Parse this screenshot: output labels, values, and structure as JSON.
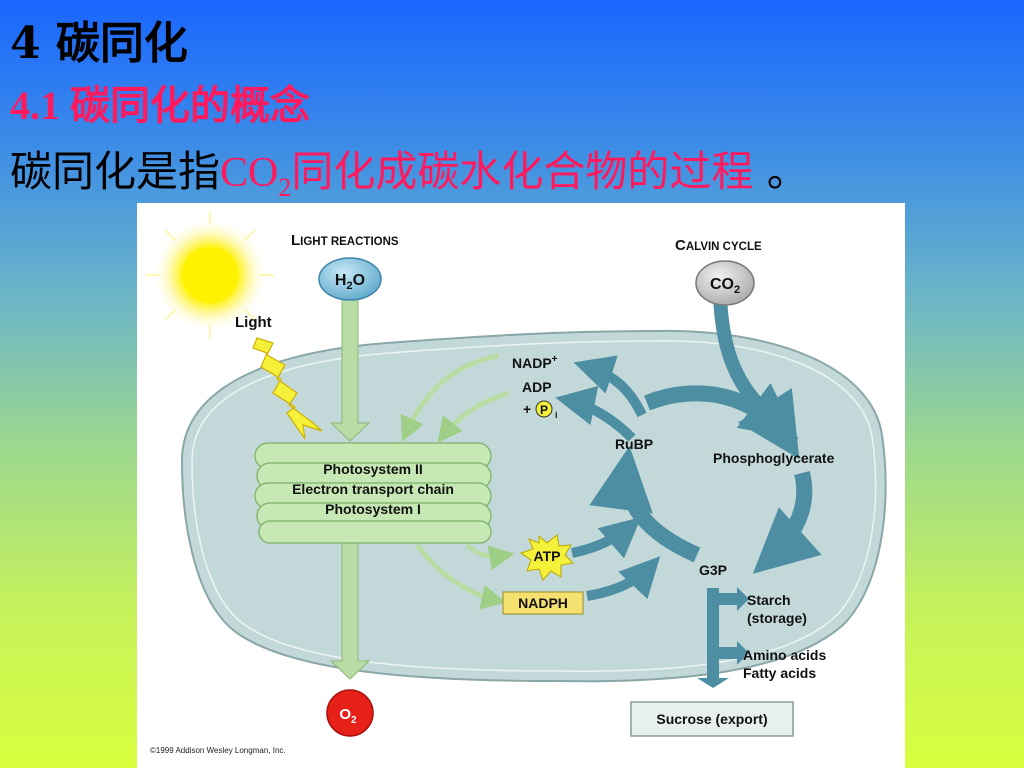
{
  "slide": {
    "heading": "4  碳同化",
    "subheading": "4.1 碳同化的概念",
    "definition": {
      "prefix": "碳同化是指",
      "co2_main": "CO",
      "co2_sub": "2",
      "red_rest": "同化成碳水化合物的过程",
      "suffix": " 。"
    }
  },
  "diagram": {
    "light_reactions_title_big": "L",
    "light_reactions_title_small": "IGHT REACTIONS",
    "calvin_cycle_title_big": "C",
    "calvin_cycle_title_small": "ALVIN CYCLE",
    "light_label": "Light",
    "h2o_main": "H",
    "h2o_sub": "2",
    "h2o_end": "O",
    "co2_main": "CO",
    "co2_sub": "2",
    "o2_main": "O",
    "o2_sub": "2",
    "thylakoid_lines": [
      "Photosystem II",
      "Electron transport chain",
      "Photosystem I"
    ],
    "nadp_main": "NADP",
    "nadp_sup": "+",
    "adp": "ADP",
    "pi_plus": "+",
    "pi_letter": "P",
    "pi_sub": "i",
    "atp": "ATP",
    "nadph": "NADPH",
    "rubp": "RuBP",
    "phosphoglycerate": "Phosphoglycerate",
    "g3p": "G3P",
    "starch_line1": "Starch",
    "starch_line2": "(storage)",
    "amino_line1": "Amino acids",
    "amino_line2": "Fatty acids",
    "sucrose": "Sucrose (export)",
    "copyright": "©1999 Addison Wesley Longman, Inc.",
    "colors": {
      "stroma": "#c3d9d9",
      "cycle_arrow": "#4e8ea3",
      "light_arrow": "#b9dca4",
      "thylakoid": "#c6e8b4",
      "h2o_fill": "#8fcbe0",
      "o2_fill": "#e8201a",
      "atp_fill": "#f5f03a",
      "nadph_fill": "#f5e070",
      "sun": "#fff200"
    }
  }
}
